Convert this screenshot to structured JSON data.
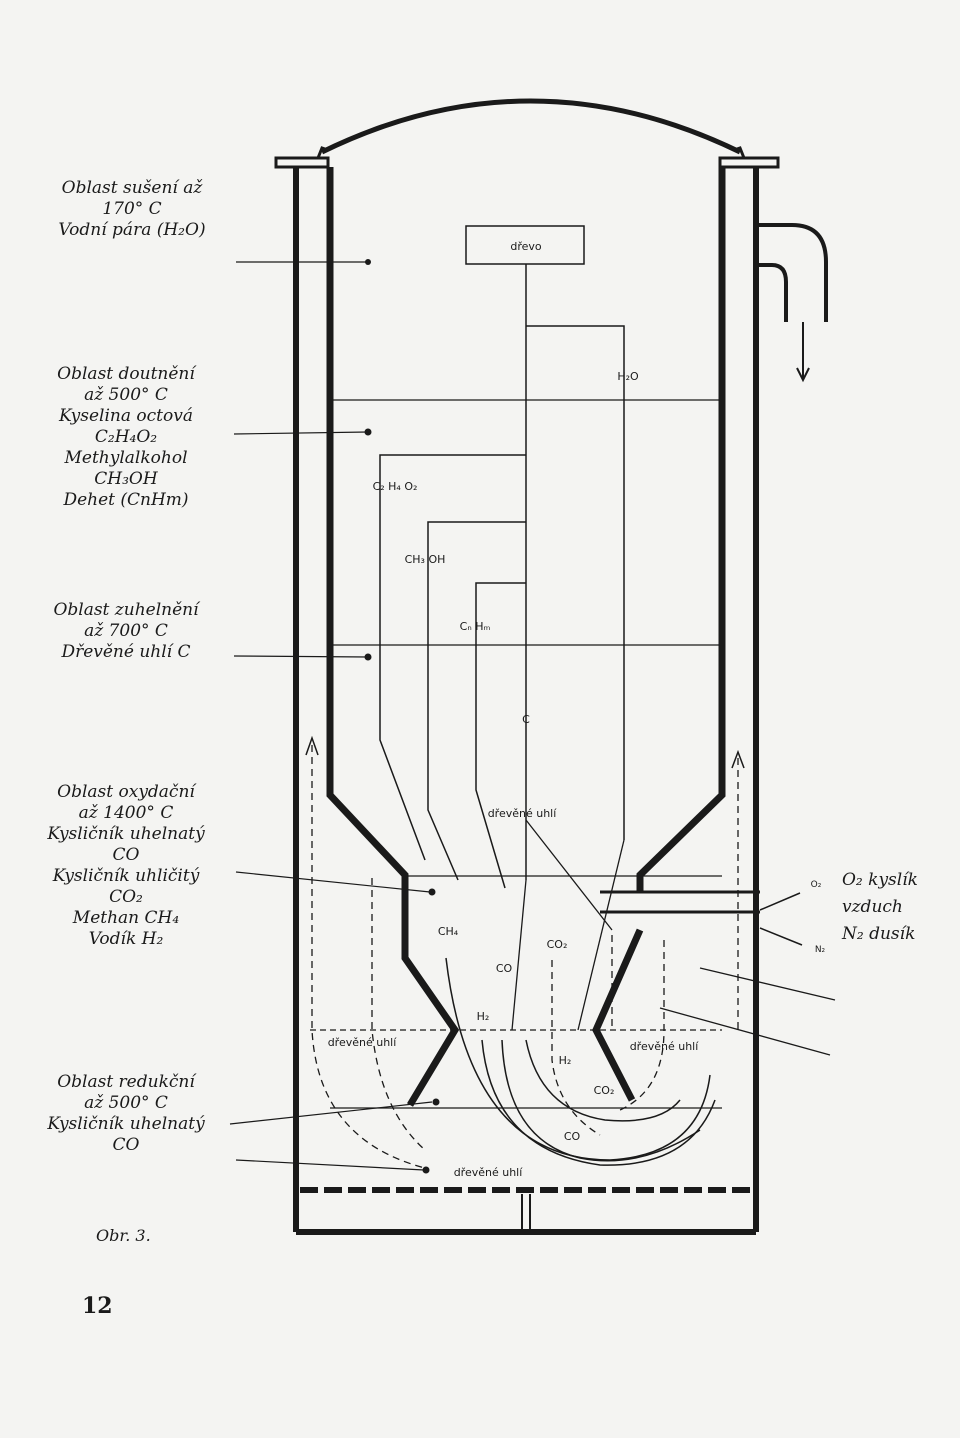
{
  "zones": [
    {
      "id": "drying",
      "lines": [
        "Oblast sušení až",
        "170° C",
        "Vodní pára (H₂O)"
      ]
    },
    {
      "id": "smoldering",
      "lines": [
        "Oblast doutnění",
        "až 500° C",
        "Kyselina octová",
        "C₂H₄O₂",
        "Methylalkohol",
        "CH₃OH",
        "Dehet (CnHm)"
      ]
    },
    {
      "id": "carbonization",
      "lines": [
        "Oblast zuhelnění",
        "až 700° C",
        "Dřevěné uhlí C"
      ]
    },
    {
      "id": "oxidation",
      "lines": [
        "Oblast oxydační",
        "až 1400° C",
        "Kysličník uhelnatý",
        "CO",
        "Kysličník uhličitý",
        "CO₂",
        "Methan CH₄",
        "Vodík H₂"
      ]
    },
    {
      "id": "reduction",
      "lines": [
        "Oblast redukční",
        "až 500° C",
        "Kysličník uhelnatý",
        "CO"
      ]
    }
  ],
  "air_labels": [
    "O₂ kyslík",
    "vzduch",
    "N₂ dusík"
  ],
  "inner_labels": {
    "drevo": "dřevo",
    "h2o": "H₂O",
    "acetic": "C₂ H₄ O₂",
    "methanol": "CH₃ OH",
    "tar": "Cₙ Hₘ",
    "carbon": "C",
    "charcoal_top": "dřevěné uhlí",
    "ch4": "CH₄",
    "co_left": "CO",
    "co2_mid": "CO₂",
    "h2_mid": "H₂",
    "charcoal_left": "dřevěné uhlí",
    "charcoal_right": "dřevěné uhlí",
    "h2_low": "H₂",
    "co2_low": "CO₂",
    "co_low": "CO",
    "charcoal_bottom": "dřevěné uhlí",
    "o2_small": "O₂",
    "n2_small": "N₂"
  },
  "caption": "Obr. 3.",
  "page_number": "12"
}
